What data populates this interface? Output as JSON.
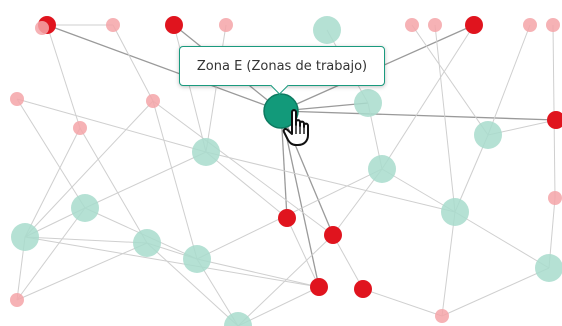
{
  "graph": {
    "nodes": [
      {
        "id": "n-tl-red",
        "kind": "red-large"
      },
      {
        "id": "n-tl-pink-ghost",
        "kind": "pink-small"
      },
      {
        "id": "n-top-pink-1",
        "kind": "pink-small"
      },
      {
        "id": "n-top-red-1",
        "kind": "red-large"
      },
      {
        "id": "n-top-pink-2",
        "kind": "pink-small"
      },
      {
        "id": "n-top-teal",
        "kind": "teal-faded"
      },
      {
        "id": "n-top-pink-3",
        "kind": "pink-small"
      },
      {
        "id": "n-top-pink-4",
        "kind": "pink-small"
      },
      {
        "id": "n-top-red-2",
        "kind": "red-large"
      },
      {
        "id": "n-top-pink-5",
        "kind": "pink-small"
      },
      {
        "id": "n-top-pink-6",
        "kind": "pink-small"
      },
      {
        "id": "n-left-pink-1",
        "kind": "pink-small"
      },
      {
        "id": "n-left-pink-2",
        "kind": "pink-small"
      },
      {
        "id": "n-pink-mid-1",
        "kind": "pink-small"
      },
      {
        "id": "n-selected",
        "kind": "teal-selected"
      },
      {
        "id": "n-teal-right-1",
        "kind": "teal-faded"
      },
      {
        "id": "n-right-red",
        "kind": "red-large"
      },
      {
        "id": "n-teal-mid-1",
        "kind": "teal-faded"
      },
      {
        "id": "n-teal-right-2",
        "kind": "teal-faded"
      },
      {
        "id": "n-teal-center-r",
        "kind": "teal-faded"
      },
      {
        "id": "n-teal-left-1",
        "kind": "teal-faded"
      },
      {
        "id": "n-teal-left-2",
        "kind": "teal-faded"
      },
      {
        "id": "n-teal-mid-2",
        "kind": "teal-faded"
      },
      {
        "id": "n-teal-mid-3",
        "kind": "teal-faded"
      },
      {
        "id": "n-red-mid-1",
        "kind": "red-large"
      },
      {
        "id": "n-red-mid-2",
        "kind": "red-large"
      },
      {
        "id": "n-teal-right-3",
        "kind": "teal-faded"
      },
      {
        "id": "n-pink-right-1",
        "kind": "pink-small"
      },
      {
        "id": "n-teal-right-4",
        "kind": "teal-faded"
      },
      {
        "id": "n-red-bot-1",
        "kind": "red-large"
      },
      {
        "id": "n-red-bot-2",
        "kind": "red-large"
      },
      {
        "id": "n-pink-bl",
        "kind": "pink-small"
      },
      {
        "id": "n-teal-bot",
        "kind": "teal-faded"
      },
      {
        "id": "n-pink-bot-r",
        "kind": "pink-small"
      }
    ],
    "colors": {
      "red": "#e0141e",
      "pink": "#f4a4a8",
      "teal_faded": "#a8dccd",
      "teal_selected": "#129a7a",
      "edge": "#cfcfcf",
      "edge_dark": "#9a9a9a",
      "tooltip_border": "#1a9a7e"
    }
  },
  "tooltip": {
    "text": "Zona E (Zonas de trabajo)"
  },
  "cursor": {
    "icon": "hand-pointer-icon"
  }
}
